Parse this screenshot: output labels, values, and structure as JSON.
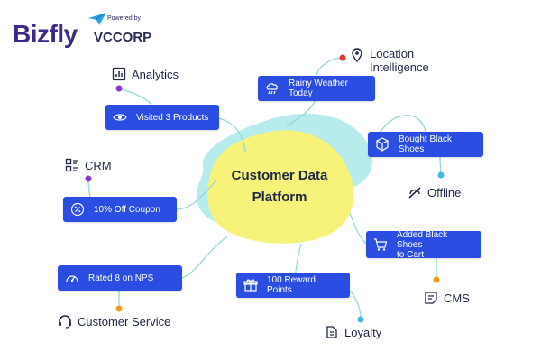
{
  "brand": {
    "name": "Bizfly",
    "powered_by": "Powered by",
    "partner": "VCCORP",
    "colors": {
      "primary": "#3b2a8c",
      "accent": "#2aa3e8"
    }
  },
  "center": {
    "line1": "Customer Data",
    "line2": "Platform"
  },
  "colors": {
    "node": "#2b4de2",
    "blob_yellow": "#f6f27a",
    "blob_teal": "#b8ecec",
    "connector": "#8fd6da",
    "dot_teal": "#45b8ea",
    "dot_red": "#e53935",
    "dot_purple": "#8e35c9",
    "dot_orange": "#f39c12"
  },
  "nodes": [
    {
      "id": "rainy",
      "label": "Rainy Weather Today",
      "icon": "cloud-rain-icon"
    },
    {
      "id": "visited",
      "label": "Visited 3 Products",
      "icon": "eye-icon"
    },
    {
      "id": "bought",
      "label": "Bought Black Shoes",
      "icon": "box-icon"
    },
    {
      "id": "coupon",
      "label": "10% Off Coupon",
      "icon": "percent-badge-icon"
    },
    {
      "id": "added",
      "label1": "Added Black Shoes",
      "label2": "to Cart",
      "icon": "cart-icon"
    },
    {
      "id": "nps",
      "label": "Rated 8 on NPS",
      "icon": "gauge-icon"
    },
    {
      "id": "reward",
      "label": "100 Reward Points",
      "icon": "gift-icon"
    }
  ],
  "categories": [
    {
      "id": "analytics",
      "label": "Analytics",
      "icon": "bar-chart-icon"
    },
    {
      "id": "location",
      "label1": "Location",
      "label2": "Intelligence",
      "icon": "location-pin-icon"
    },
    {
      "id": "crm",
      "label": "CRM",
      "icon": "crm-icon"
    },
    {
      "id": "offline",
      "label": "Offline",
      "icon": "offline-icon"
    },
    {
      "id": "cms",
      "label": "CMS",
      "icon": "cms-icon"
    },
    {
      "id": "service",
      "label": "Customer Service",
      "icon": "headset-icon"
    },
    {
      "id": "loyalty",
      "label": "Loyalty",
      "icon": "loyalty-icon"
    }
  ]
}
